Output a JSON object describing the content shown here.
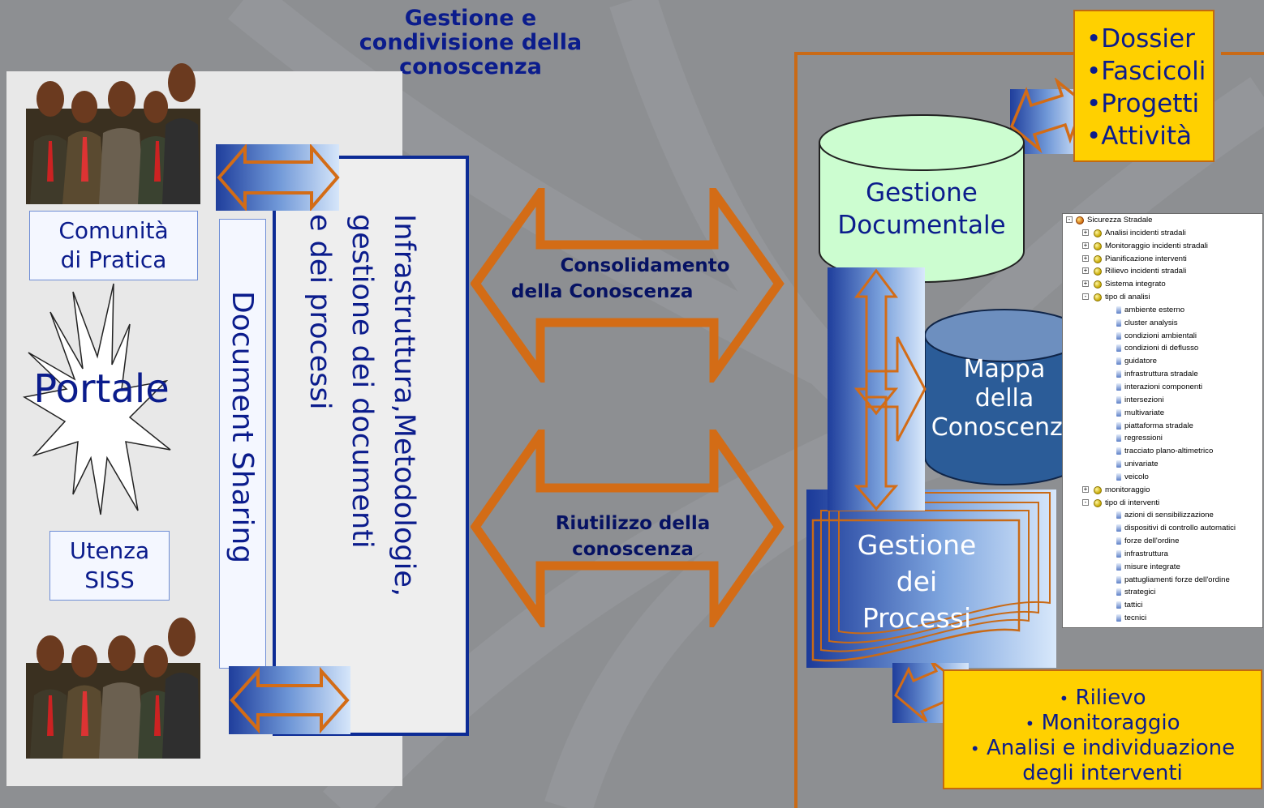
{
  "title": [
    "Gestione e",
    "condivisione della",
    "conoscenza"
  ],
  "left": {
    "comunita": [
      "Comunità",
      "di Pratica"
    ],
    "portale": "Portale",
    "utenza": [
      "Utenza",
      "SISS"
    ],
    "document_sharing": "Document Sharing",
    "infrastruttura": "Infrastruttura,Metodologie,\ngestione dei documenti\ne dei processi"
  },
  "arrows": {
    "consolidamento": [
      "Consolidamento",
      "della Conoscenza"
    ],
    "riutilizzo": [
      "Riutilizzo della",
      "conoscenza"
    ]
  },
  "right": {
    "gestione_documentale": [
      "Gestione",
      "Documentale"
    ],
    "mappa": [
      "Mappa",
      "della",
      "Conoscenza"
    ],
    "gestione_processi": [
      "Gestione",
      "dei",
      "Processi"
    ],
    "dossier_list": [
      "Dossier",
      "Fascicoli",
      "Progetti",
      "Attività"
    ],
    "bottom_list": [
      "Rilievo",
      "Monitoraggio",
      "Analisi e individuazione",
      "degli interventi"
    ]
  },
  "tree": [
    {
      "text": "Sicurezza Stradale",
      "level": 0,
      "type": "root",
      "exp": "-"
    },
    {
      "text": "Analisi incidenti stradali",
      "level": 1,
      "type": "folder",
      "exp": "+"
    },
    {
      "text": "Monitoraggio incidenti stradali",
      "level": 1,
      "type": "folder",
      "exp": "+"
    },
    {
      "text": "Pianificazione interventi",
      "level": 1,
      "type": "folder",
      "exp": "+"
    },
    {
      "text": "Rilievo incidenti stradali",
      "level": 1,
      "type": "folder",
      "exp": "+"
    },
    {
      "text": "Sistema integrato",
      "level": 1,
      "type": "folder",
      "exp": "+"
    },
    {
      "text": "tipo di analisi",
      "level": 1,
      "type": "folder",
      "exp": "-"
    },
    {
      "text": "ambiente esterno",
      "level": 2,
      "type": "leaf"
    },
    {
      "text": "cluster analysis",
      "level": 2,
      "type": "leaf"
    },
    {
      "text": "condizioni ambientali",
      "level": 2,
      "type": "leaf"
    },
    {
      "text": "condizioni di deflusso",
      "level": 2,
      "type": "leaf"
    },
    {
      "text": "guidatore",
      "level": 2,
      "type": "leaf"
    },
    {
      "text": "infrastruttura stradale",
      "level": 2,
      "type": "leaf"
    },
    {
      "text": "interazioni componenti",
      "level": 2,
      "type": "leaf"
    },
    {
      "text": "intersezioni",
      "level": 2,
      "type": "leaf"
    },
    {
      "text": "multivariate",
      "level": 2,
      "type": "leaf"
    },
    {
      "text": "piattaforma stradale",
      "level": 2,
      "type": "leaf"
    },
    {
      "text": "regressioni",
      "level": 2,
      "type": "leaf"
    },
    {
      "text": "tracciato plano-altimetrico",
      "level": 2,
      "type": "leaf"
    },
    {
      "text": "univariate",
      "level": 2,
      "type": "leaf"
    },
    {
      "text": "veicolo",
      "level": 2,
      "type": "leaf"
    },
    {
      "text": "monitoraggio",
      "level": 1,
      "type": "folder",
      "exp": "+"
    },
    {
      "text": "tipo di interventi",
      "level": 1,
      "type": "folder",
      "exp": "-"
    },
    {
      "text": "azioni di sensibilizzazione",
      "level": 2,
      "type": "leaf"
    },
    {
      "text": "dispositivi di controllo automatici",
      "level": 2,
      "type": "leaf"
    },
    {
      "text": "forze dell'ordine",
      "level": 2,
      "type": "leaf"
    },
    {
      "text": "infrastruttura",
      "level": 2,
      "type": "leaf"
    },
    {
      "text": "misure integrate",
      "level": 2,
      "type": "leaf"
    },
    {
      "text": "pattugliamenti forze dell'ordine",
      "level": 2,
      "type": "leaf"
    },
    {
      "text": "strategici",
      "level": 2,
      "type": "leaf"
    },
    {
      "text": "tattici",
      "level": 2,
      "type": "leaf"
    },
    {
      "text": "tecnici",
      "level": 2,
      "type": "leaf"
    }
  ]
}
